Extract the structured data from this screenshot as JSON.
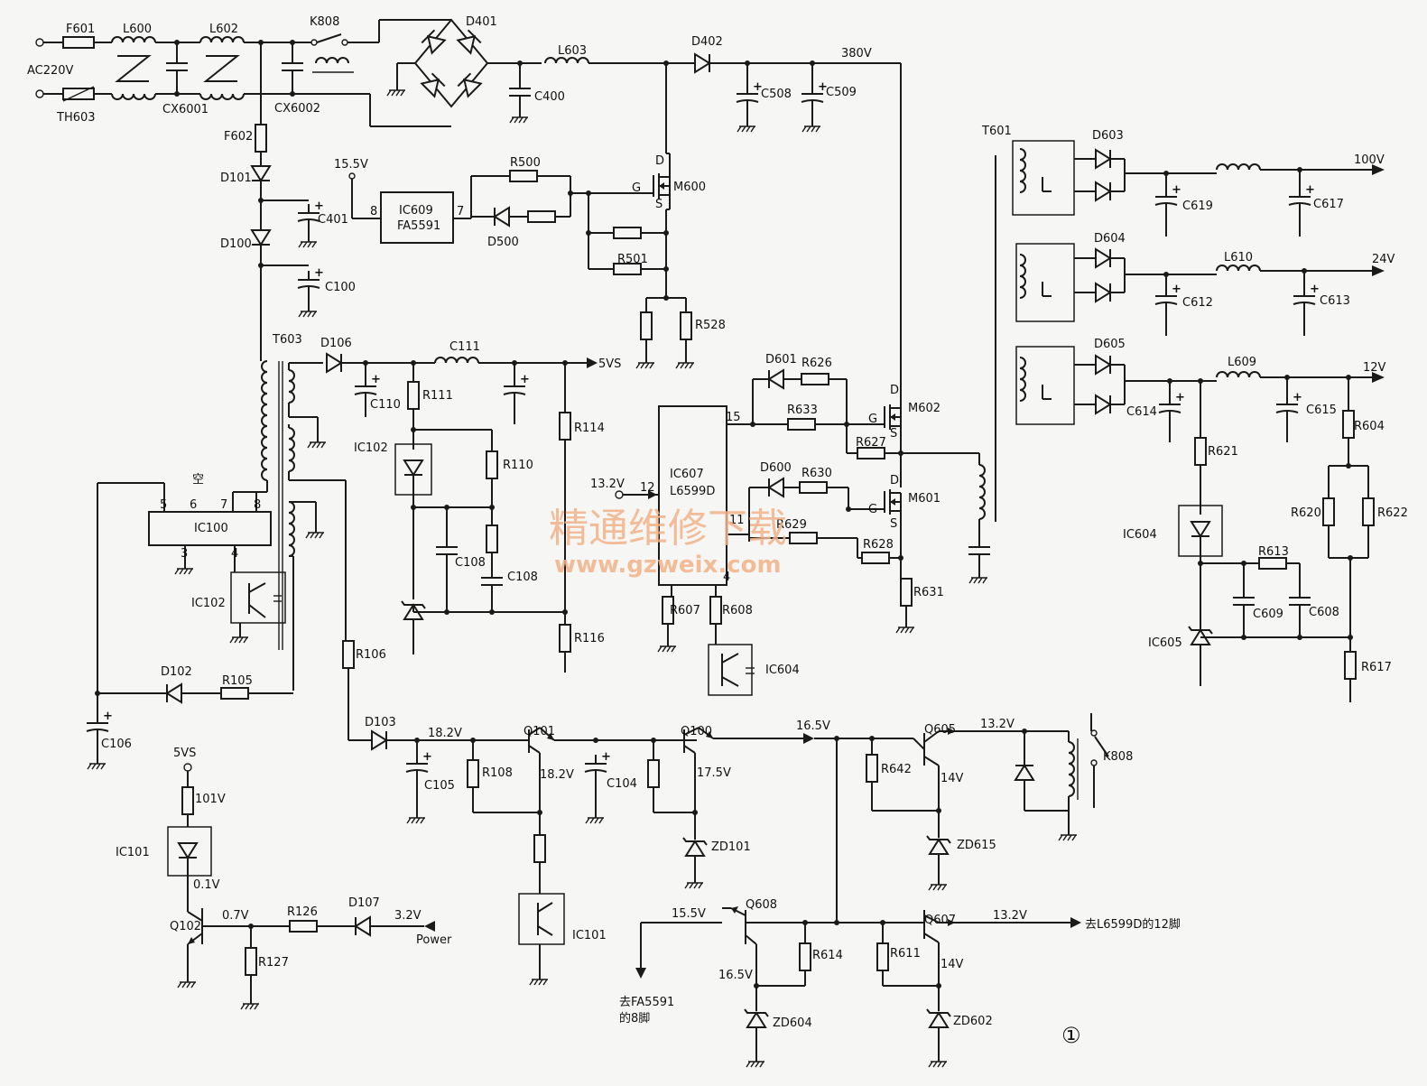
{
  "figure_number": "①",
  "watermark": {
    "cn": "精通维修下载",
    "url": "www.gzweix.com"
  },
  "labels": {
    "F601": "F601",
    "L600": "L600",
    "L602": "L602",
    "K808a": "K808",
    "D401": "D401",
    "L603": "L603",
    "D402": "D402",
    "V380": "380V",
    "AC220V": "AC220V",
    "TH603": "TH603",
    "CX6001": "CX6001",
    "CX6002": "CX6002",
    "C400": "C400",
    "C508": "C508",
    "C509": "C509",
    "F602": "F602",
    "D101": "D101",
    "C401": "C401",
    "D100": "D100",
    "C100": "C100",
    "V15_5a": "15.5V",
    "IC609": "IC609",
    "FA5591": "FA5591",
    "pin8a": "8",
    "pin7a": "7",
    "R500": "R500",
    "D500": "D500",
    "M600": "M600",
    "M600_D": "D",
    "M600_G": "G",
    "M600_S": "S",
    "R501": "R501",
    "R528": "R528",
    "T603": "T603",
    "D106": "D106",
    "C111": "C111",
    "V5VS_a": "5VS",
    "C110": "C110",
    "R111": "R111",
    "IC102a": "IC102",
    "R110": "R110",
    "R114": "R114",
    "C108a": "C108",
    "C108b": "C108",
    "R116": "R116",
    "IC100": "IC100",
    "kong": "空",
    "p5": "5",
    "p6": "6",
    "p7": "7",
    "p8": "8",
    "p3": "3",
    "p4": "4",
    "IC102b": "IC102",
    "D102": "D102",
    "R105": "R105",
    "C106": "C106",
    "R106": "R106",
    "T601": "T601",
    "D603": "D603",
    "V100": "100V",
    "C619": "C619",
    "C617": "C617",
    "D604": "D604",
    "L610": "L610",
    "V24": "24V",
    "C612": "C612",
    "C613": "C613",
    "D605": "D605",
    "L609": "L609",
    "V12": "12V",
    "C614": "C614",
    "C615": "C615",
    "R604": "R604",
    "R621": "R621",
    "IC604a": "IC604",
    "R620": "R620",
    "R622": "R622",
    "R613": "R613",
    "C609": "C609",
    "C608": "C608",
    "IC605": "IC605",
    "R617": "R617",
    "D601": "D601",
    "R626": "R626",
    "R633": "R633",
    "M602": "M602",
    "M602_D": "D",
    "M602_G": "G",
    "M602_S": "S",
    "R627": "R627",
    "IC607": "IC607",
    "L6599D": "L6599D",
    "p15": "15",
    "p12": "12",
    "p11": "11",
    "p4b": "4",
    "V13_2a": "13.2V",
    "D600": "D600",
    "R630": "R630",
    "R629": "R629",
    "M601": "M601",
    "M601_D": "D",
    "M601_G": "G",
    "M601_S": "S",
    "R628": "R628",
    "R631": "R631",
    "R607": "R607",
    "R608": "R608",
    "IC604b": "IC604",
    "D103": "D103",
    "V18_2a": "18.2V",
    "Q101": "Q101",
    "V18_2b": "18.2V",
    "C105": "C105",
    "R108": "R108",
    "C104": "C104",
    "Q100": "Q100",
    "V17_5": "17.5V",
    "ZD101": "ZD101",
    "IC101b": "IC101",
    "V16_5a": "16.5V",
    "Q605": "Q605",
    "V13_2b": "13.2V",
    "R642": "R642",
    "V14a": "14V",
    "ZD615": "ZD615",
    "K808b": "K808",
    "V5VS_b": "5VS",
    "R101V": "101V",
    "IC101a": "IC101",
    "V0_1": "0.1V",
    "Q102": "Q102",
    "V0_7": "0.7V",
    "R126": "R126",
    "D107": "D107",
    "V3_2": "3.2V",
    "Power": "Power",
    "R127": "R127",
    "V15_5b": "15.5V",
    "Q608": "Q608",
    "V16_5b": "16.5V",
    "R614": "R614",
    "ZD604": "ZD604",
    "toFA1": "去FA5591",
    "toFA2": "的8脚",
    "Q607": "Q607",
    "V13_2c": "13.2V",
    "toL6599": "去L6599D的12脚",
    "R611": "R611",
    "V14b": "14V",
    "ZD602": "ZD602"
  }
}
